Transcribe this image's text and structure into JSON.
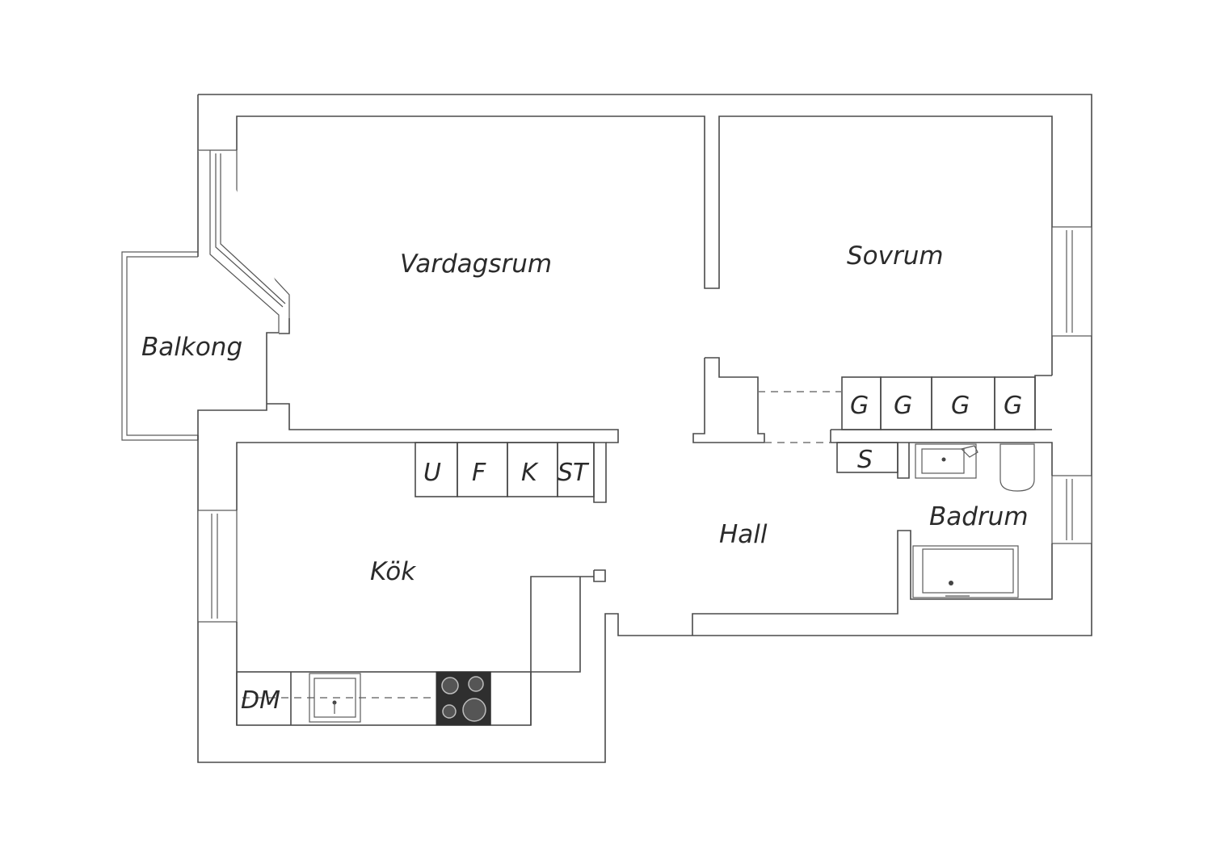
{
  "rooms": {
    "living_room": "Vardagsrum",
    "bedroom": "Sovrum",
    "balcony": "Balkong",
    "kitchen": "Kök",
    "hall": "Hall",
    "bathroom": "Badrum"
  },
  "storage": {
    "wardrobe_1": "G",
    "wardrobe_2": "G",
    "wardrobe_3": "G",
    "wardrobe_4": "G",
    "cabinet_s": "S",
    "oven": "U",
    "freezer": "F",
    "fridge": "K",
    "broom_closet": "ST",
    "dishwasher": "DM"
  },
  "colors": {
    "walls": "#4a4a4a",
    "hob": "#2f2f2f",
    "background": "#ffffff"
  }
}
